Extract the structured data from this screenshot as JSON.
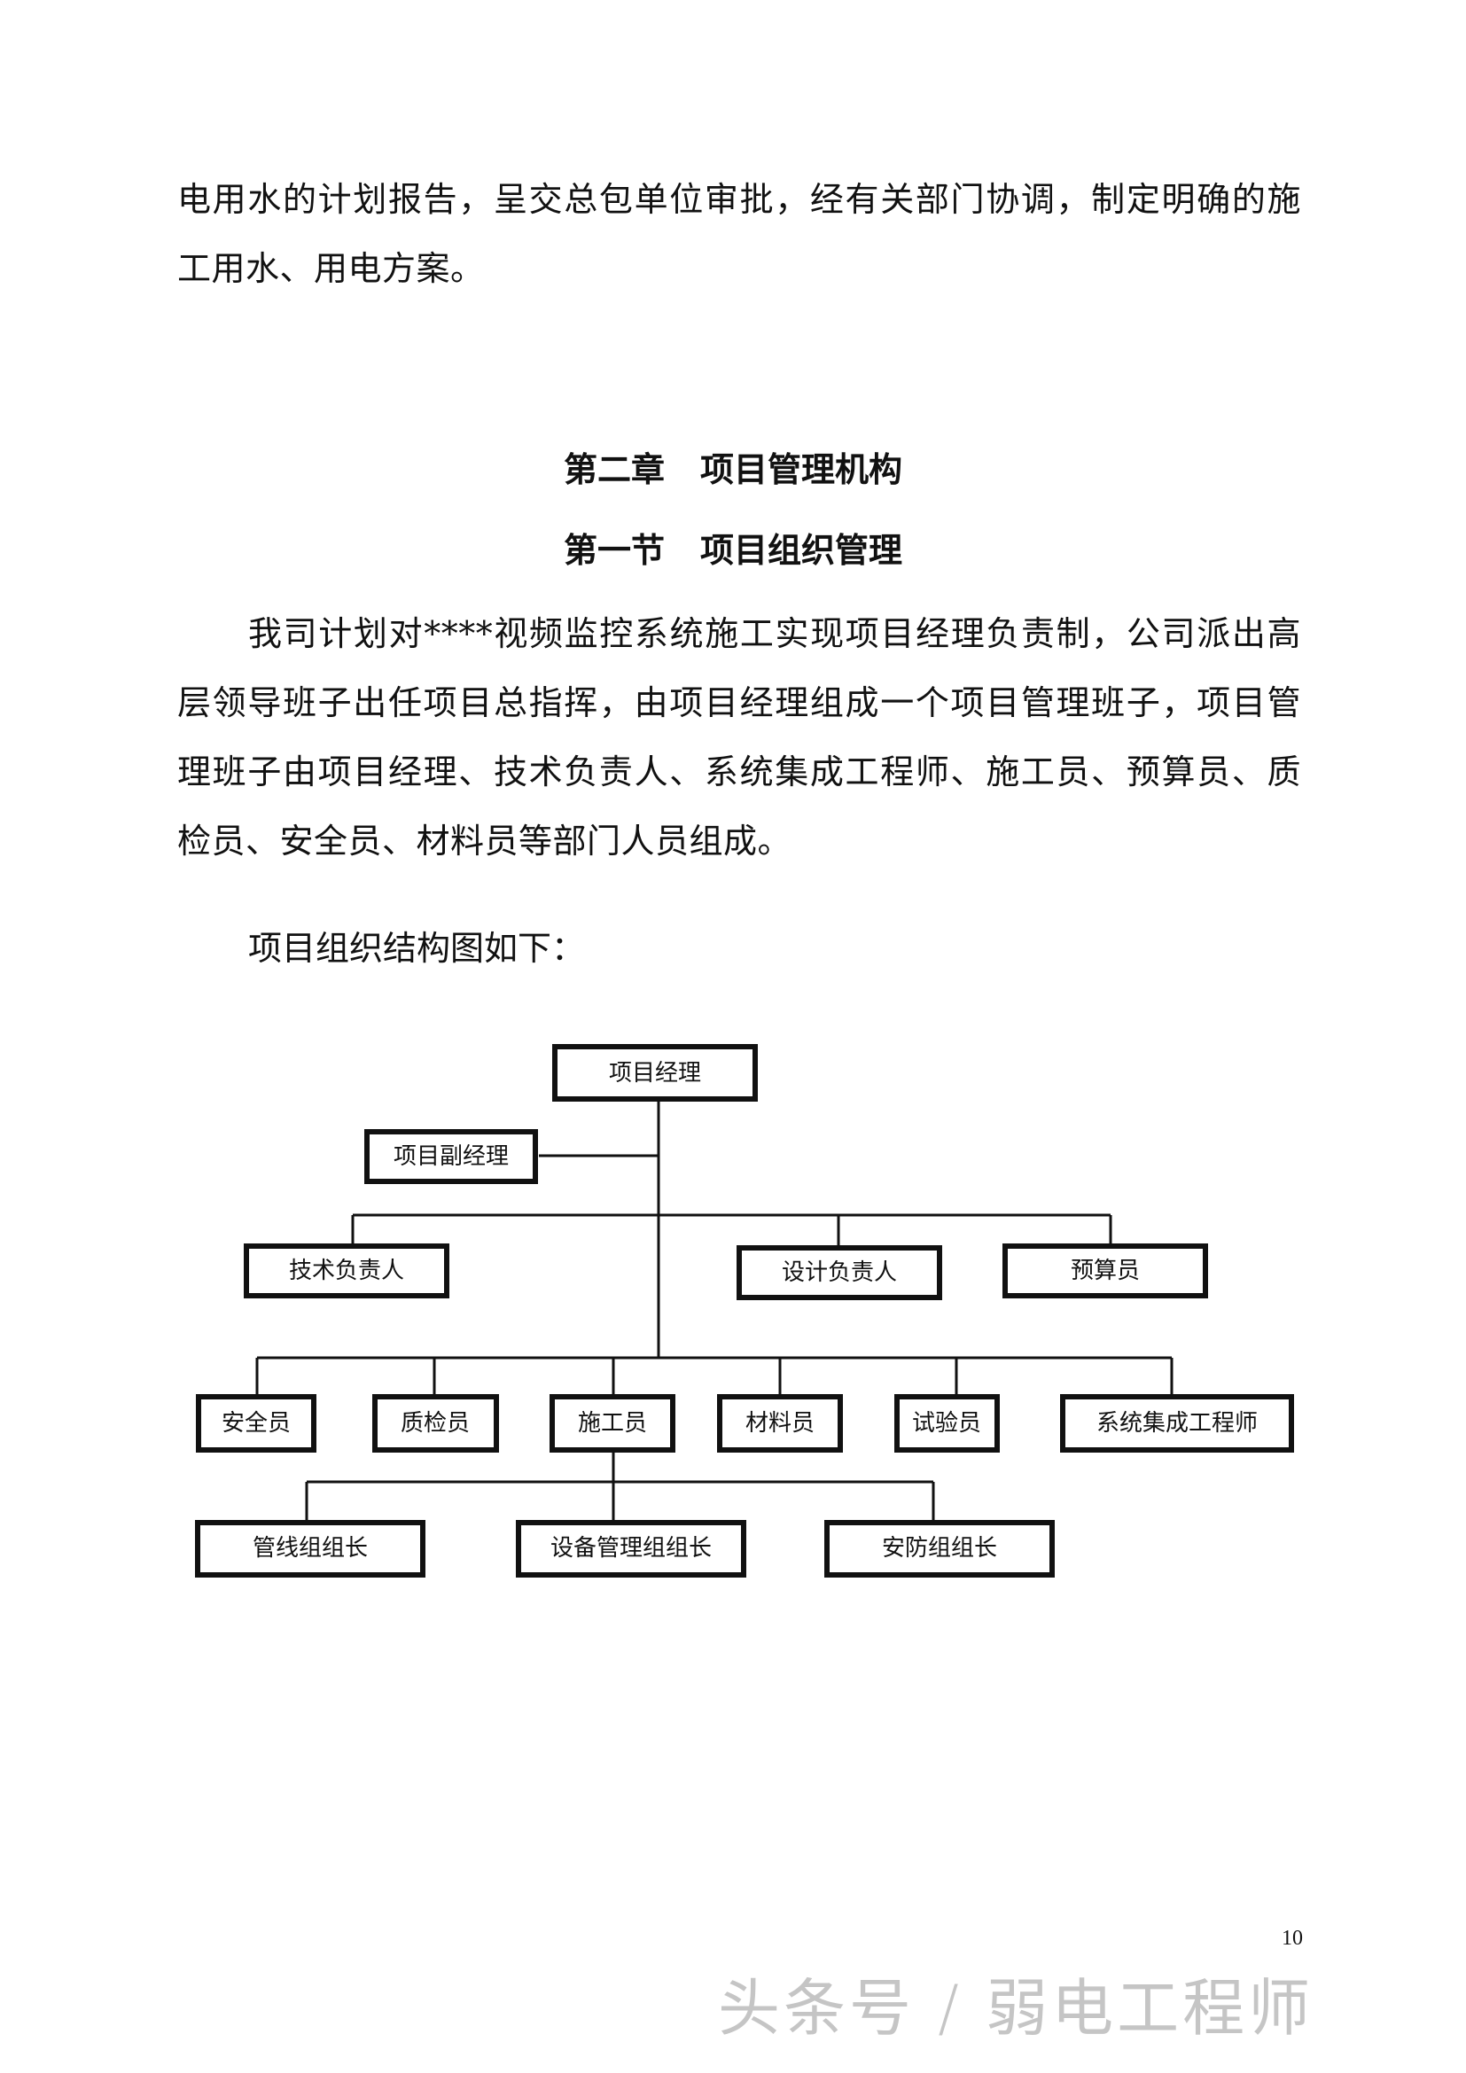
{
  "paragraphs": {
    "p1": "电用水的计划报告，呈交总包单位审批，经有关部门协调，制定明确的施工用水、用电方案。",
    "p2": "我司计划对****视频监控系统施工实现项目经理负责制，公司派出高层领导班子出任项目总指挥，由项目经理组成一个项目管理班子，项目管理班子由项目经理、技术负责人、系统集成工程师、施工员、预算员、质检员、安全员、材料员等部门人员组成。",
    "chart_intro": "项目组织结构图如下："
  },
  "headings": {
    "chapter_label": "第二章",
    "chapter_title": "项目管理机构",
    "section_label": "第一节",
    "section_title": "项目组织管理"
  },
  "org_chart": {
    "top": "项目经理",
    "deputy": "项目副经理",
    "level2": [
      "技术负责人",
      "设计负责人",
      "预算员"
    ],
    "level3": [
      "安全员",
      "质检员",
      "施工员",
      "材料员",
      "试验员",
      "系统集成工程师"
    ],
    "level4": [
      "管线组组长",
      "设备管理组组长",
      "安防组组长"
    ]
  },
  "page_number": "10",
  "watermark": "头条号 / 弱电工程师"
}
